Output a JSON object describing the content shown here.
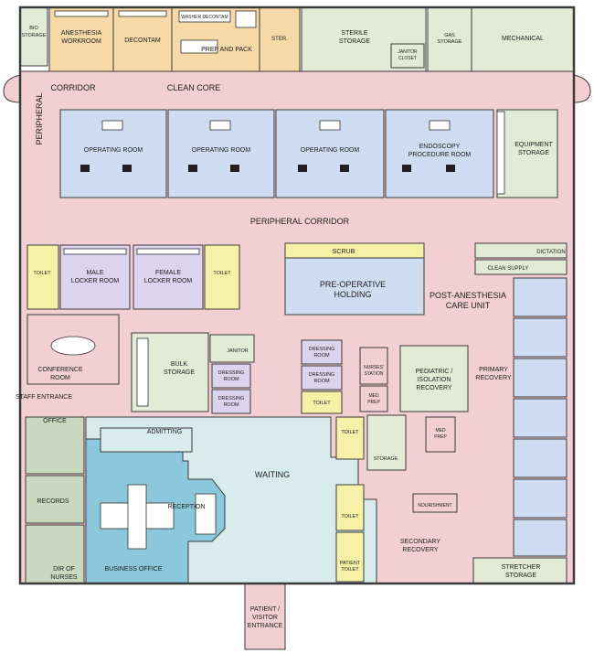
{
  "colors": {
    "corridor": "#f2cfd3",
    "operating": "#cfdcf2",
    "locker": "#dcd3ee",
    "toilet": "#f7f1a8",
    "support": "#e3ead5",
    "service": "#f7d9a8",
    "waiting": "#d8ecec",
    "business": "#8cc8dc",
    "office": "#c9d8be",
    "wall": "#3a3a3a"
  },
  "labels": {
    "bio_storage_1": "BIO",
    "bio_storage_2": "STORAGE",
    "anesthesia_workroom_1": "ANESTHESIA",
    "anesthesia_workroom_2": "WORKROOM",
    "decontam": "DECONTAM",
    "washer_decontam": "WASHER DECONTAM",
    "prep_and_pack": "PREP AND PACK",
    "ster": "STER.",
    "sterile_storage_1": "STERILE",
    "sterile_storage_2": "STORAGE",
    "janitor_closet_1": "JANITOR",
    "janitor_closet_2": "CLOSET",
    "gas_storage_1": "GAS",
    "gas_storage_2": "STORAGE",
    "mechanical": "MECHANICAL",
    "corridor": "CORRIDOR",
    "clean_core": "CLEAN CORE",
    "peripheral_vertical": "PERIPHERAL",
    "operating_room_1": "OPERATING ROOM",
    "operating_room_2": "OPERATING ROOM",
    "operating_room_3": "OPERATING ROOM",
    "endoscopy_1": "ENDOSCOPY",
    "endoscopy_2": "PROCEDURE ROOM",
    "equipment_storage_1": "EQUIPMENT",
    "equipment_storage_2": "STORAGE",
    "peripheral_corridor": "PERIPHERAL CORRIDOR",
    "toilet": "TOILET",
    "male_locker_1": "MALE",
    "male_locker_2": "LOCKER ROOM",
    "female_locker_1": "FEMALE",
    "female_locker_2": "LOCKER ROOM",
    "scrub": "SCRUB",
    "preop_1": "PRE-OPERATIVE",
    "preop_2": "HOLDING",
    "dictation": "DICTATION",
    "clean_supply": "CLEAN SUPPLY",
    "pacu_1": "POST-ANESTHESIA",
    "pacu_2": "CARE UNIT",
    "conference_1": "CONFERENCE",
    "conference_2": "ROOM",
    "bulk_storage_1": "BULK",
    "bulk_storage_2": "STORAGE",
    "janitor": "JANITOR",
    "dressing_1": "DRESSING",
    "dressing_2": "ROOM",
    "nurses_station_1": "NURSES'",
    "nurses_station_2": "STATION",
    "med_prep_1": "MED",
    "med_prep_2": "PREP",
    "pediatric_1": "PEDIATRIC /",
    "pediatric_2": "ISOLATION",
    "pediatric_3": "RECOVERY",
    "primary_recovery_1": "PRIMARY",
    "primary_recovery_2": "RECOVERY",
    "staff_entrance": "STAFF ENTRANCE",
    "office": "OFFICE",
    "admitting": "ADMITTING",
    "waiting": "WAITING",
    "storage": "STORAGE",
    "records": "RECORDS",
    "reception": "RECEPTION",
    "nourishment": "NOURISHMENT",
    "dir_nurses_1": "DIR OF",
    "dir_nurses_2": "NURSES",
    "business_office": "BUSINESS OFFICE",
    "patient_toilet_1": "PATIENT",
    "patient_toilet_2": "TOILET",
    "secondary_recovery_1": "SECONDARY",
    "secondary_recovery_2": "RECOVERY",
    "stretcher_storage_1": "STRETCHER",
    "stretcher_storage_2": "STORAGE",
    "entrance_1": "PATIENT /",
    "entrance_2": "VISITOR",
    "entrance_3": "ENTRANCE"
  }
}
